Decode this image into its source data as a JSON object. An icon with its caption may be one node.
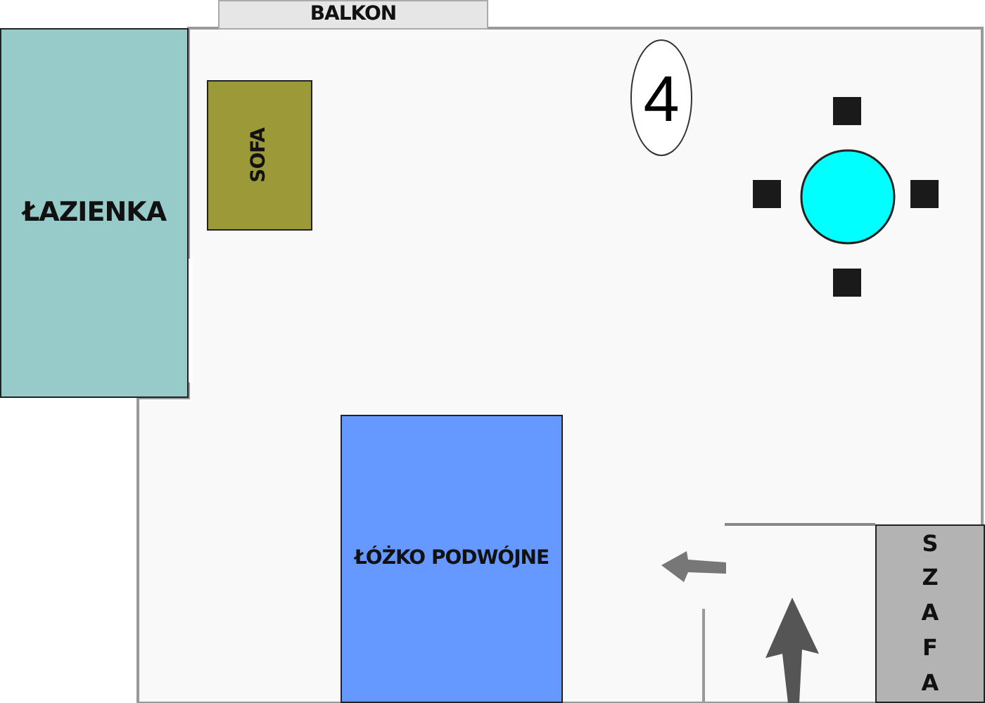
{
  "diagram": {
    "nodes": [
      {
        "text": [
          "BALKON"
        ]
      },
      {
        "text": [
          "ŁAZIENKA"
        ]
      },
      {
        "text": [
          "SOFA"
        ]
      },
      {
        "text": [
          "4"
        ]
      },
      {
        "text": [
          "ŁÓŻKO PODWÓJNE"
        ]
      },
      {
        "text": [
          "SZAFA"
        ]
      }
    ],
    "edges": []
  }
}
